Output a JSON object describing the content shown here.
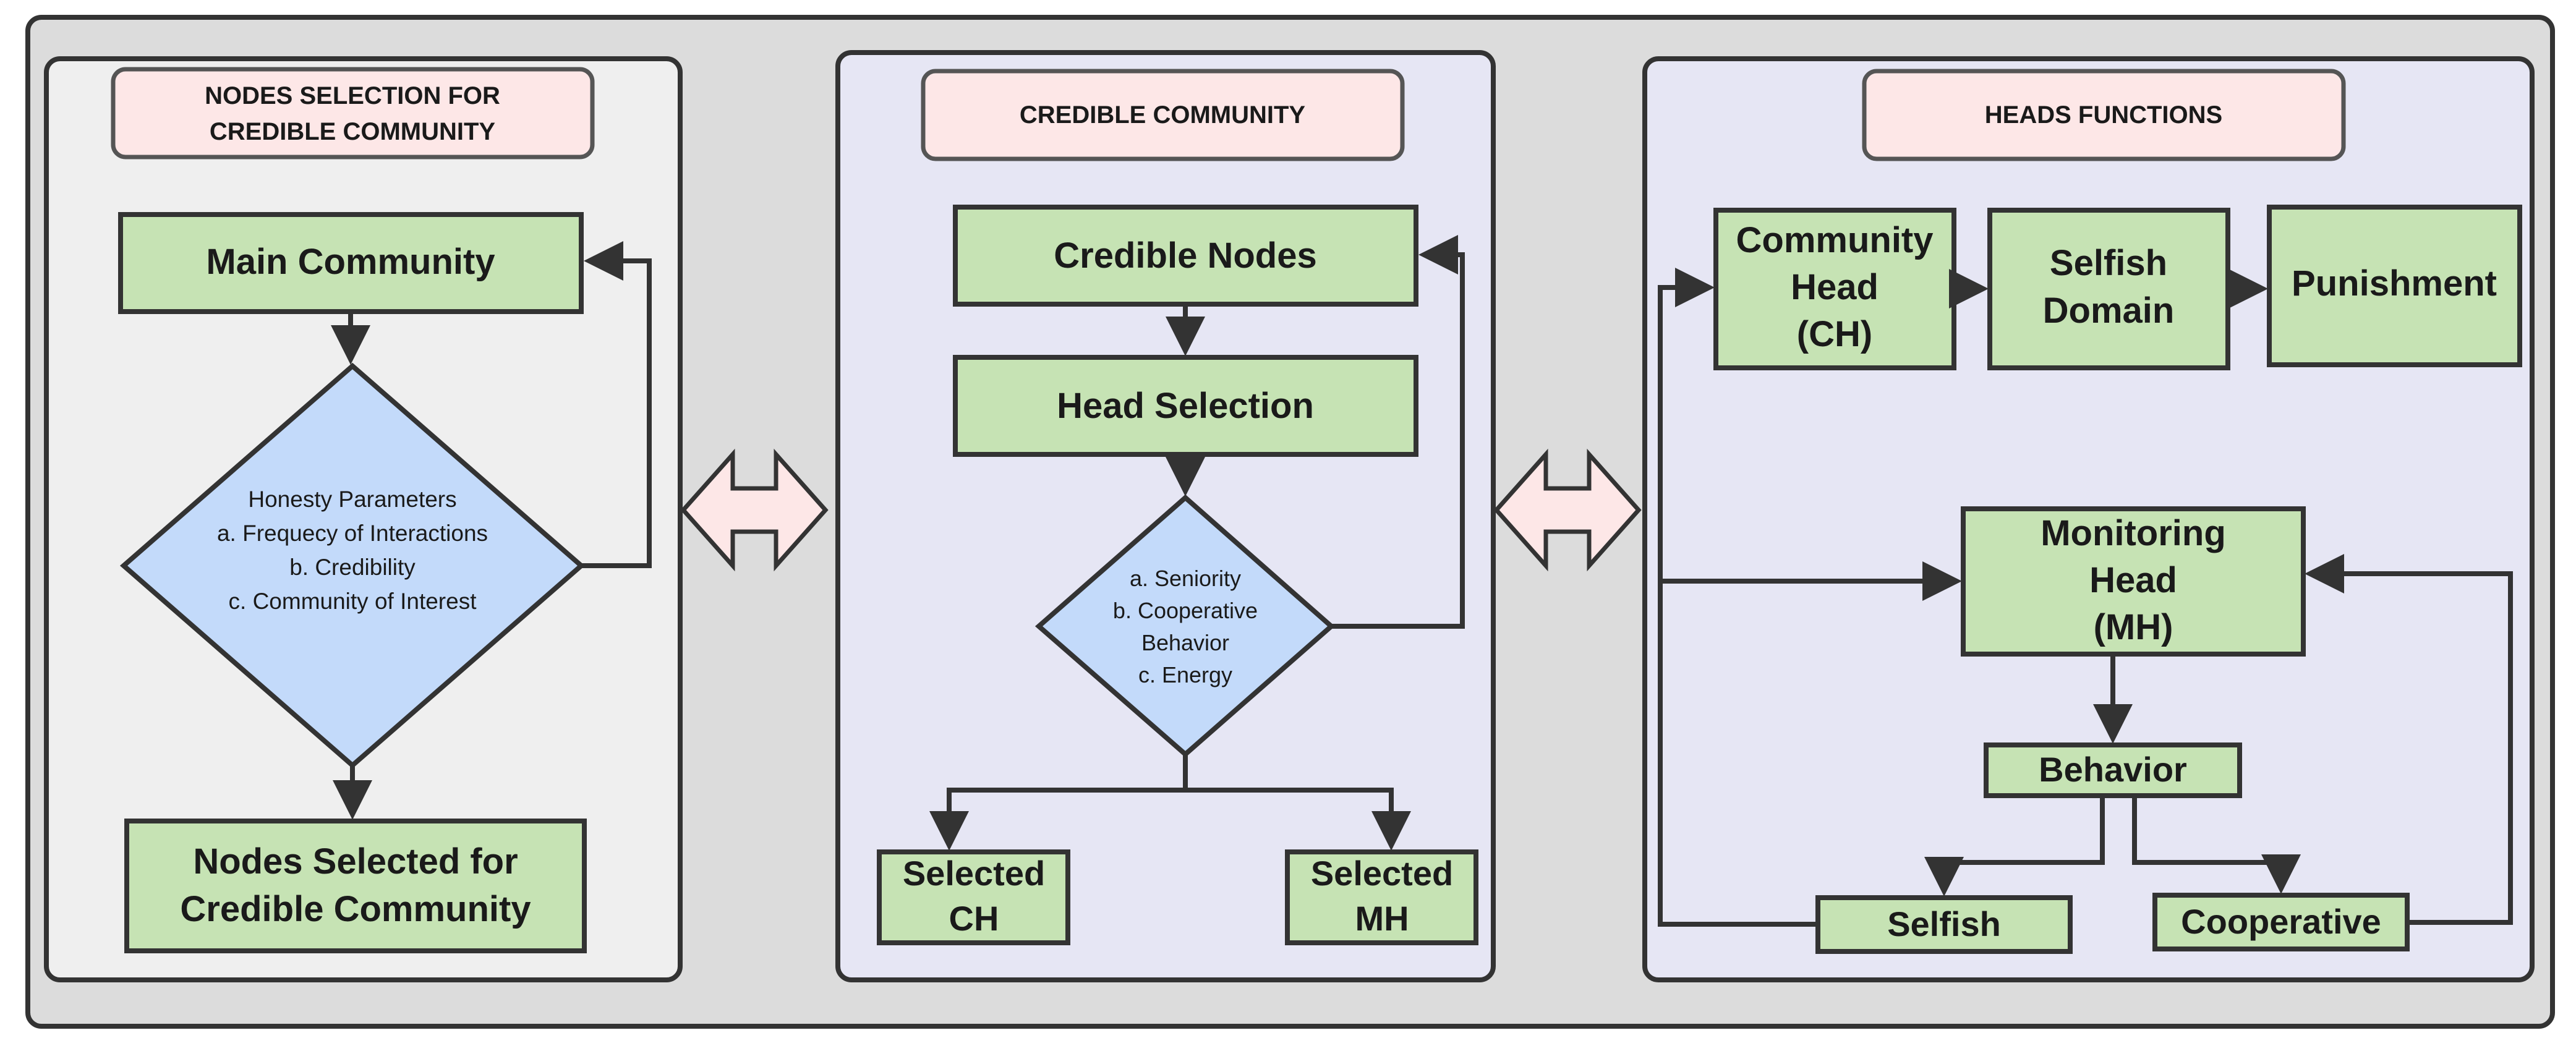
{
  "colors": {
    "outer_bg": "#dcdcdc",
    "panel_left_bg": "#efefef",
    "panel_bg": "#e6e6f4",
    "tag_fill": "#fde7e7",
    "box_fill": "#c6e3b4",
    "diamond_fill": "#c3dafa",
    "stroke": "#333333",
    "exchange_fill": "#fde7e7"
  },
  "panel1": {
    "tag_line1": "NODES SELECTION FOR",
    "tag_line2": "CREDIBLE COMMUNITY",
    "main_community": "Main Community",
    "diamond": {
      "line1": "Honesty Parameters",
      "line2": "a. Frequecy of Interactions",
      "line3": "b. Credibility",
      "line4": "c. Community of Interest"
    },
    "result_line1": "Nodes Selected for",
    "result_line2": "Credible Community"
  },
  "panel2": {
    "tag": "CREDIBLE COMMUNITY",
    "credible_nodes": "Credible Nodes",
    "head_selection": "Head Selection",
    "diamond": {
      "line1": "a. Seniority",
      "line2": "b. Cooperative",
      "line3": "Behavior",
      "line4": "c. Energy"
    },
    "selected_ch_line1": "Selected",
    "selected_ch_line2": "CH",
    "selected_mh_line1": "Selected",
    "selected_mh_line2": "MH"
  },
  "panel3": {
    "tag": "HEADS FUNCTIONS",
    "community_head_line1": "Community",
    "community_head_line2": "Head",
    "community_head_line3": "(CH)",
    "selfish_domain_line1": "Selfish",
    "selfish_domain_line2": "Domain",
    "punishment": "Punishment",
    "monitoring_head_line1": "Monitoring",
    "monitoring_head_line2": "Head",
    "monitoring_head_line3": "(MH)",
    "behavior": "Behavior",
    "selfish": "Selfish",
    "cooperative": "Cooperative"
  }
}
